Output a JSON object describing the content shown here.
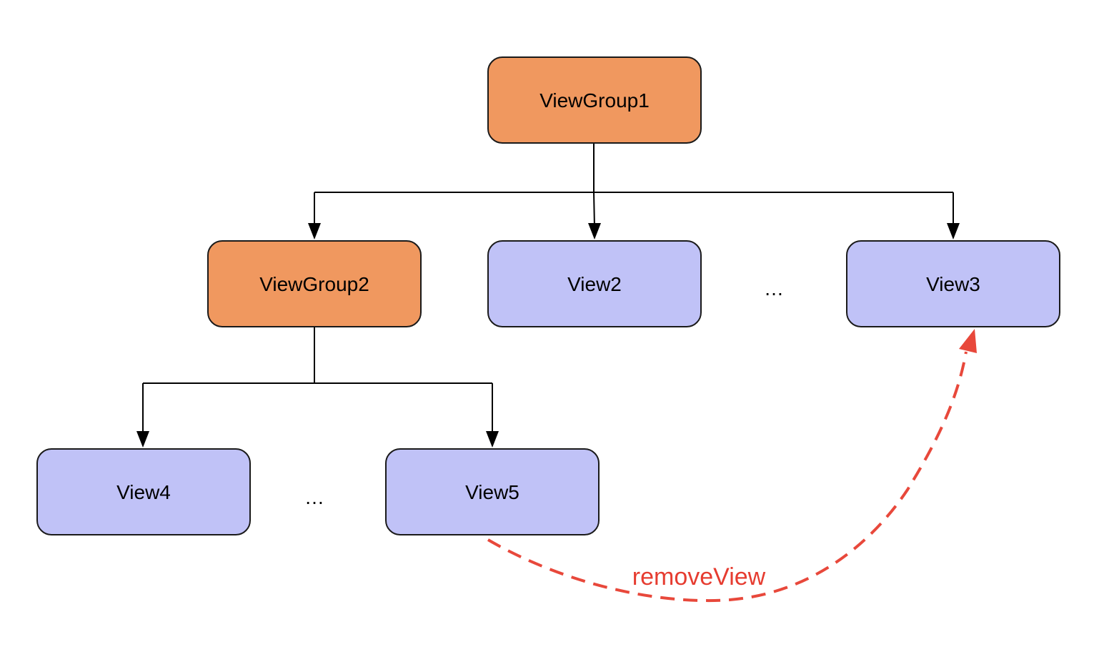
{
  "diagram": {
    "nodes": {
      "viewgroup1": "ViewGroup1",
      "viewgroup2": "ViewGroup2",
      "view2": "View2",
      "view3": "View3",
      "view4": "View4",
      "view5": "View5"
    },
    "ellipsis_level1": "…",
    "ellipsis_level2": "…",
    "remove_label": "removeView"
  },
  "colors": {
    "group_fill": "#f0985f",
    "view_fill": "#c0c2f7",
    "remove_color": "#e8483b"
  }
}
